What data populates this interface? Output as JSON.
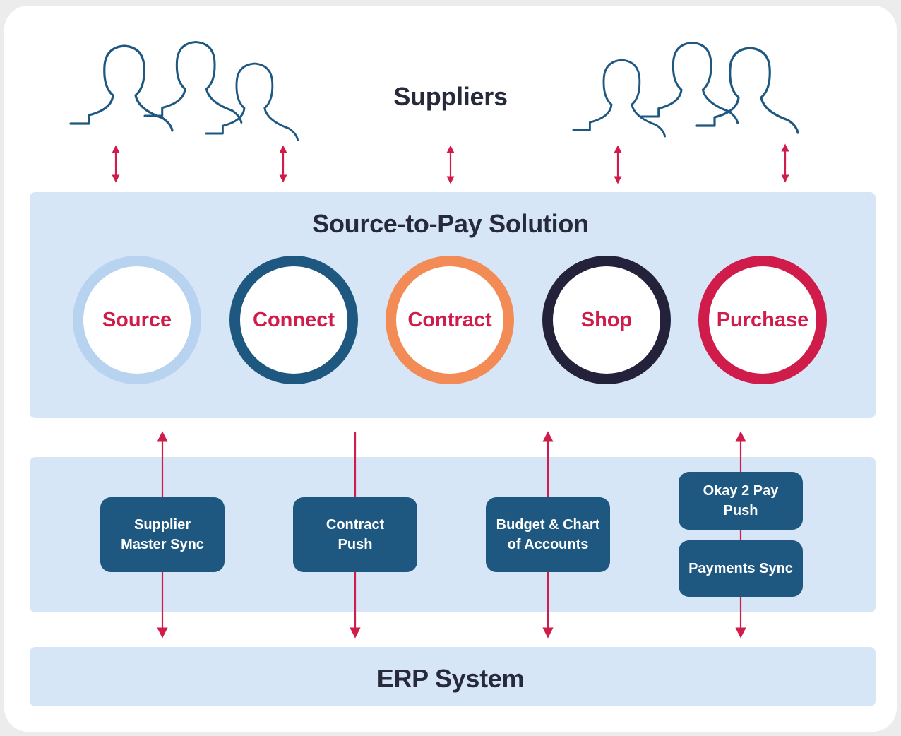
{
  "suppliers": {
    "title": "Suppliers",
    "people": [
      "person-icon",
      "person-icon",
      "person-icon",
      "person-icon",
      "person-icon",
      "person-icon"
    ]
  },
  "solution": {
    "title": "Source-to-Pay Solution",
    "modules": [
      {
        "label": "Source",
        "ring_color": "#b7d3ef"
      },
      {
        "label": "Connect",
        "ring_color": "#1e5880"
      },
      {
        "label": "Contract",
        "ring_color": "#f28b56"
      },
      {
        "label": "Shop",
        "ring_color": "#23223a"
      },
      {
        "label": "Purchase",
        "ring_color": "#cf1c4a"
      }
    ]
  },
  "integrations": [
    {
      "label": "Supplier\nMaster Sync",
      "direction": "bidirectional"
    },
    {
      "label": "Contract\nPush",
      "direction": "to-erp"
    },
    {
      "label": "Budget & Chart\nof Accounts",
      "direction": "bidirectional"
    },
    {
      "label": "Okay 2 Pay\nPush",
      "direction": "bidirectional"
    },
    {
      "label": "Payments Sync",
      "direction": "bidirectional"
    }
  ],
  "erp": {
    "title": "ERP System"
  },
  "colors": {
    "arrow": "#cf1c4a",
    "person_outline": "#1e5880",
    "band": "#d7e6f6",
    "box": "#1e5880",
    "text_dark": "#262a3b"
  }
}
